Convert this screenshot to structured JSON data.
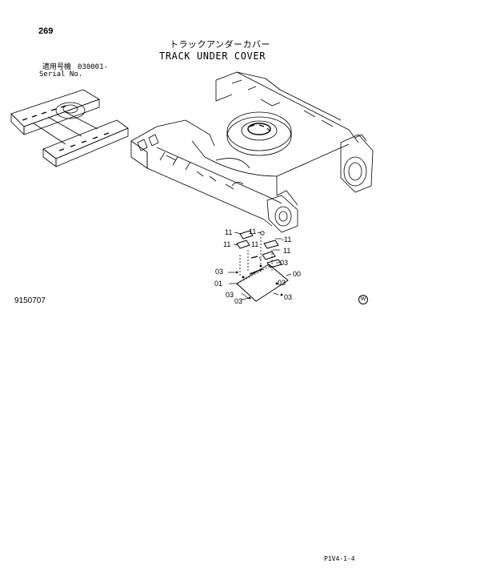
{
  "page_number": "269",
  "title_jp": "トラックアンダーカバー",
  "title_en": "TRACK UNDER COVER",
  "serial": {
    "label_jp": "適用号機",
    "value": "030001-",
    "label_en": "Serial No."
  },
  "figure_code": "9150707",
  "watermark_symbol": "W",
  "footer_code": "P1V4-1-4",
  "callouts": {
    "c11a": "11",
    "c11b": "11",
    "c11c": "11",
    "c11d": "-11",
    "c11e": "11",
    "c03a": "03",
    "c03b": "03",
    "c03c": "03",
    "c03d": "03",
    "c03e": "03",
    "c00": "00",
    "c01": "01"
  }
}
